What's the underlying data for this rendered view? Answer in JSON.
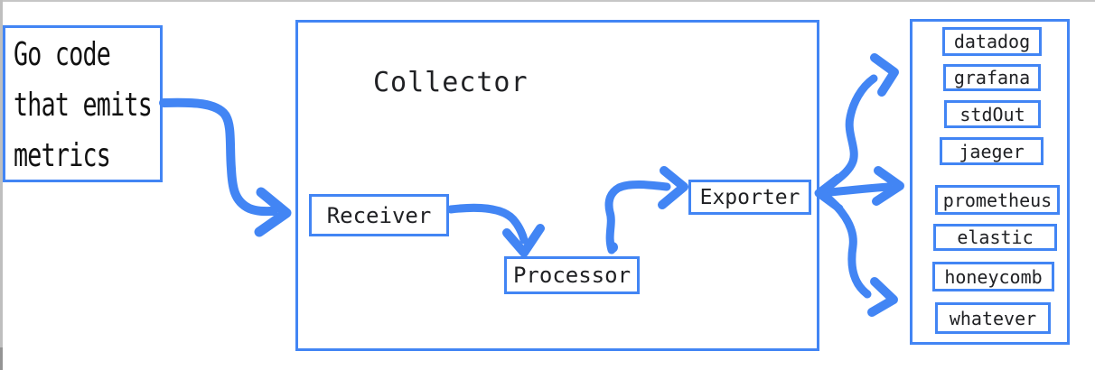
{
  "diagram": {
    "title": "metrics pipeline diagram",
    "colors": {
      "accent": "#4285f4",
      "ink": "#202124",
      "chrome": "#bfbfbf"
    },
    "source": {
      "lines": [
        "Go code",
        "that emits",
        "metrics"
      ]
    },
    "collector": {
      "label": "Collector",
      "receiver_label": "Receiver",
      "processor_label": "Processor",
      "exporter_label": "Exporter"
    },
    "sinks": {
      "items": [
        {
          "label": "datadog"
        },
        {
          "label": "grafana"
        },
        {
          "label": "stdOut"
        },
        {
          "label": "jaeger"
        },
        {
          "label": "prometheus"
        },
        {
          "label": "elastic"
        },
        {
          "label": "honeycomb"
        },
        {
          "label": "whatever"
        }
      ]
    }
  }
}
